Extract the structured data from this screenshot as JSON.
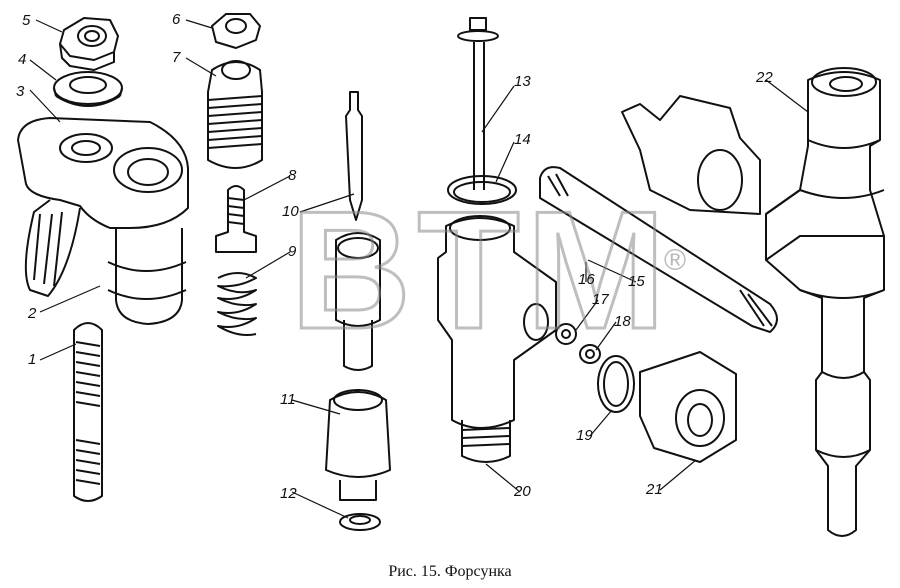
{
  "caption": "Рис. 15. Форсунка",
  "watermark": "BTM",
  "watermark_mark": "®",
  "callouts": [
    "1",
    "2",
    "3",
    "4",
    "5",
    "6",
    "7",
    "8",
    "9",
    "10",
    "11",
    "12",
    "13",
    "14",
    "15",
    "16",
    "17",
    "18",
    "19",
    "20",
    "21",
    "22"
  ]
}
